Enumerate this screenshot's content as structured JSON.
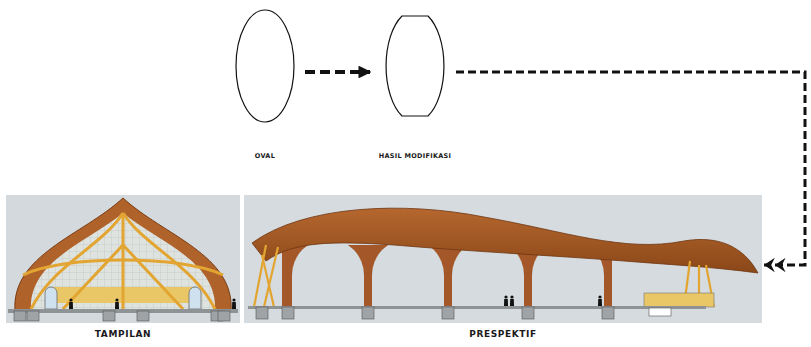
{
  "diagram": {
    "nodes": [
      {
        "text": [
          "OVAL"
        ]
      },
      {
        "text": [
          "HASIL MODIFIKASI"
        ]
      },
      {
        "text": [
          "TAMPILAN"
        ]
      },
      {
        "text": [
          "PRESPEKTIF"
        ]
      }
    ],
    "edges": [
      {
        "from": 0,
        "to": 1,
        "arrow": "to"
      },
      {
        "from": 1,
        "to": 3,
        "arrow": "to"
      }
    ]
  }
}
